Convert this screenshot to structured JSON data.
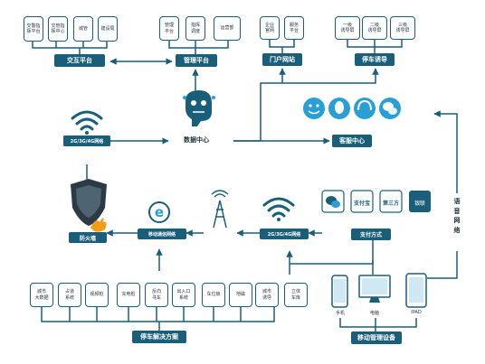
{
  "colors": {
    "primary": "#1a5f7a",
    "accent": "#2a9fd6",
    "text": "#1e2f3a",
    "fire": "#f59b1a",
    "shield": "#2b3a44"
  },
  "top": {
    "interactive_platform": {
      "label": "交互平台",
      "items": [
        "交警指\n挥平台",
        "交管指\n挥中心",
        "城管",
        "建设局"
      ]
    },
    "management_platform": {
      "label": "管理平台",
      "items": [
        "管理\n平台",
        "指挥\n调度",
        "运营部"
      ]
    },
    "portal": {
      "label": "门户网站",
      "items": [
        "企业\n官网",
        "服务\n平台"
      ]
    },
    "parking_guidance": {
      "label": "停车诱导",
      "items": [
        "一级\n诱导屏",
        "二级\n诱导屏",
        "三级\n诱导屏"
      ]
    }
  },
  "middle": {
    "network_top": "2G/3G/4G网络",
    "data_center": "数据中心",
    "customer_service": "客服中心",
    "firewall": "防火墙",
    "mobile_comm_network": "移动通信网络",
    "network_mid": "2G/3G/4G网络",
    "payment_methods": "支付方式",
    "payment_items": [
      "微信",
      "支付宝",
      "第三方",
      "银联"
    ],
    "vertical_label": "语音网络"
  },
  "bottom": {
    "parking_solution": {
      "label": "停车解决方案",
      "items": [
        "城市\n大数据",
        "占道\n系统",
        "视频桩",
        "充电桩",
        "反向\n寻车",
        "出入口\n系统",
        "车位锁",
        "地磁",
        "城市\n诱导",
        "立体\n车库"
      ]
    },
    "mobile_devices": {
      "label": "移动管理设备",
      "items": [
        "手机",
        "电脑",
        "IPAD"
      ]
    }
  }
}
